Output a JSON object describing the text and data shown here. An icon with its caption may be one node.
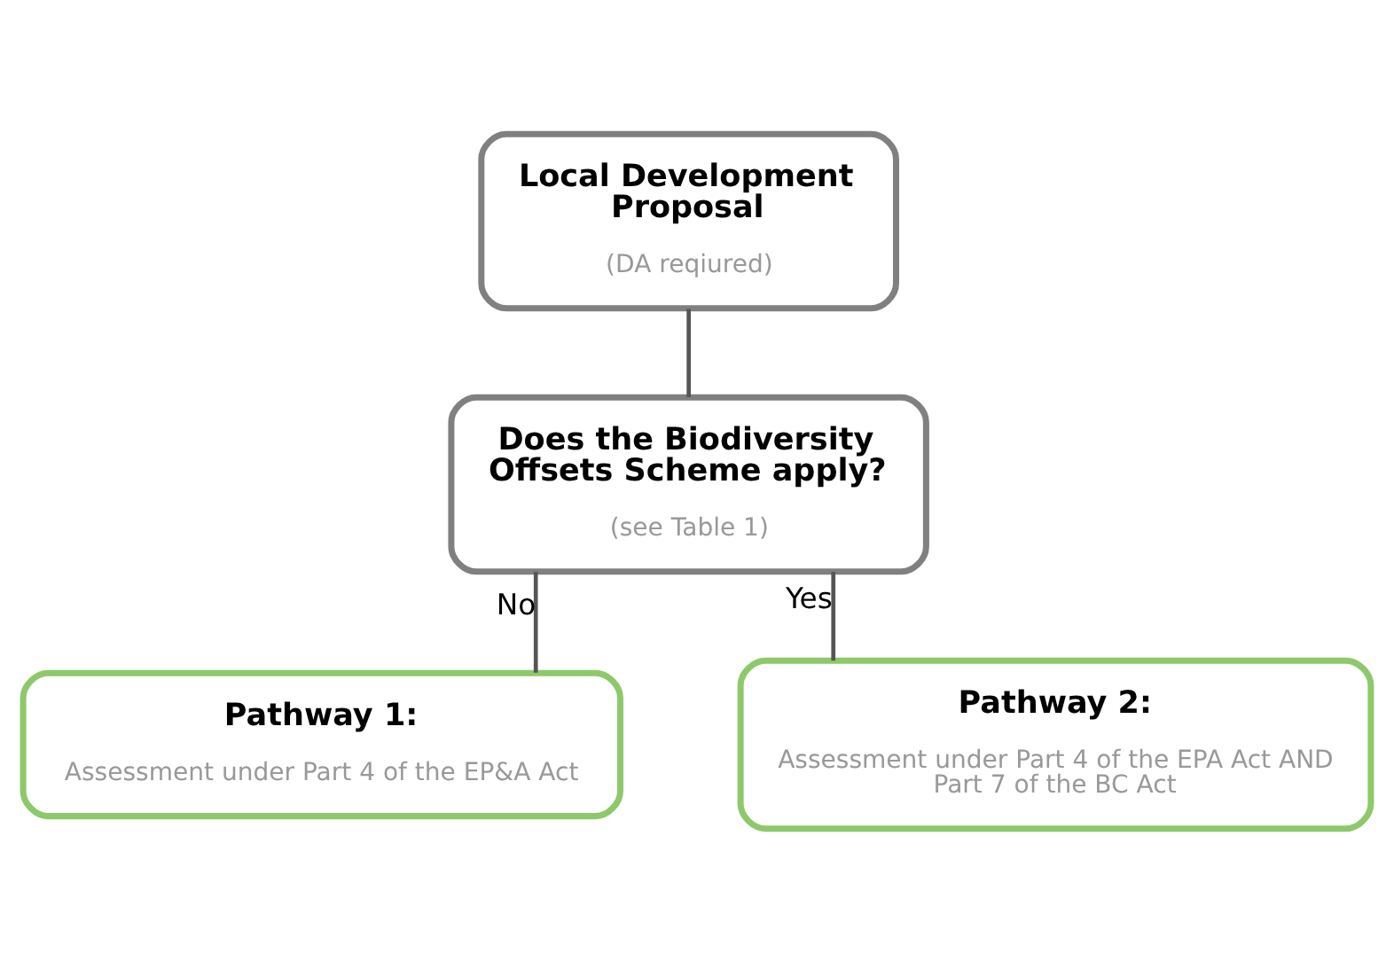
{
  "diagram": {
    "nodes": [
      {
        "text": [
          "Local Development Proposal",
          "(DA reqiured)"
        ]
      },
      {
        "text": [
          "Does the Biodiversity Offsets Scheme apply?",
          "(see Table 1)"
        ]
      },
      {
        "text": [
          "Pathway 1:",
          "Assessment under Part 4 of the EP&A Act"
        ]
      },
      {
        "text": [
          "Pathway 2:",
          "Assessment under Part 4 of the EPA Act AND Part 7 of the BC Act"
        ]
      }
    ],
    "edges": [
      {
        "from": 0,
        "to": 1,
        "arrow": "none"
      },
      {
        "from": 1,
        "to": 2,
        "arrow": "none",
        "label": "No"
      },
      {
        "from": 1,
        "to": 3,
        "arrow": "none",
        "label": "Yes"
      }
    ]
  }
}
